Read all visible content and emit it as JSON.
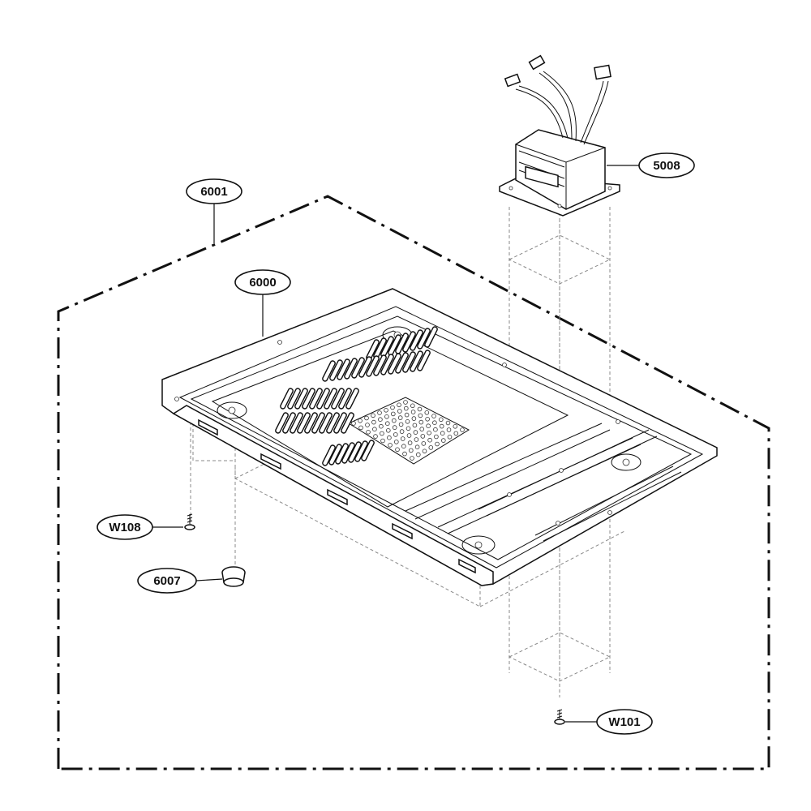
{
  "diagram": {
    "callouts": {
      "assembly": "6001",
      "base_plate": "6000",
      "transformer": "5008",
      "screw_left": "W108",
      "foot": "6007",
      "screw_right": "W101"
    }
  }
}
